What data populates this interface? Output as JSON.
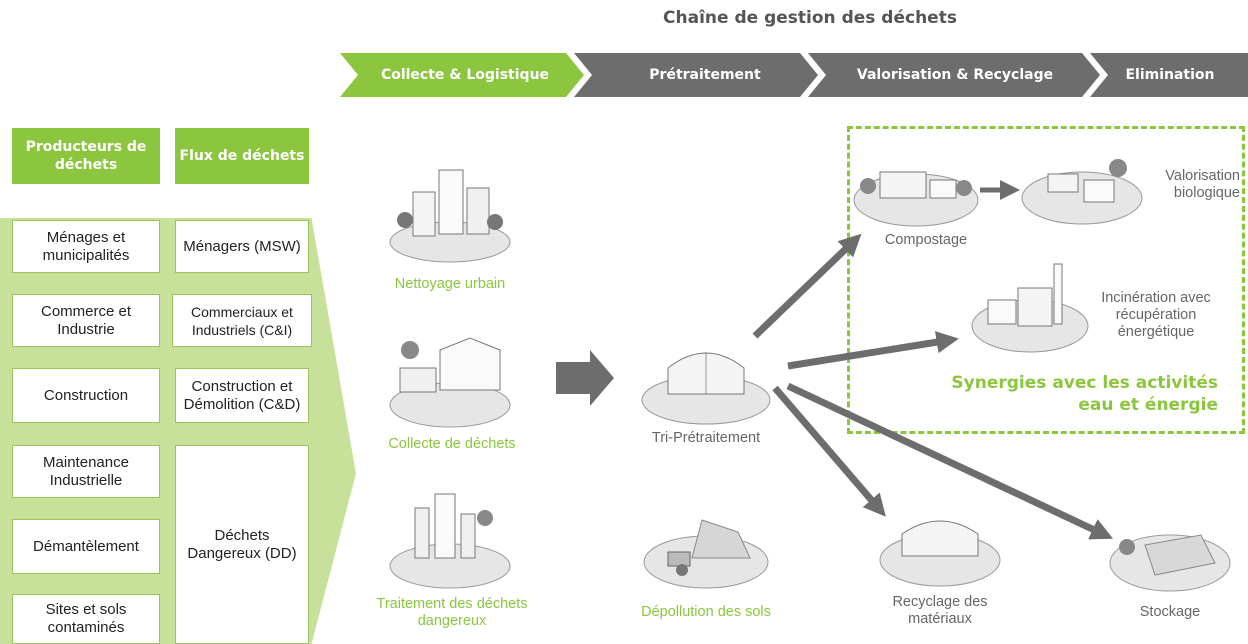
{
  "title": "Chaîne de gestion des déchets",
  "chain": [
    {
      "label": "Collecte & Logistique",
      "color": "#8cc63f"
    },
    {
      "label": "Prétraitement",
      "color": "#6d6d6d"
    },
    {
      "label": "Valorisation & Recyclage",
      "color": "#6d6d6d"
    },
    {
      "label": "Elimination",
      "color": "#6d6d6d"
    }
  ],
  "headers": {
    "producers": "Producteurs de déchets",
    "flows": "Flux de déchets"
  },
  "producers": [
    "Ménages et municipalités",
    "Commerce et Industrie",
    "Construction",
    "Maintenance Industrielle",
    "Démantèlement",
    "Sites et sols contaminés"
  ],
  "flows": [
    "Ménagers (MSW)",
    "Commerciaux et Industriels (C&I)",
    "Construction et Démolition (C&D)",
    "Déchets Dangereux (DD)"
  ],
  "collection": {
    "urban": "Nettoyage urbain",
    "collect": "Collecte de déchets",
    "hazardous": "Traitement des déchets dangereux"
  },
  "sorting": "Tri-Prétraitement",
  "soil": "Dépollution des sols",
  "compost": "Compostage",
  "bio": "Valorisation biologique",
  "incineration": "Incinération avec récupération énergétique",
  "synergies": "Synergies avec les activités eau et énergie",
  "recycling": "Recyclage des matériaux",
  "storage": "Stockage",
  "colors": {
    "green": "#8cc63f",
    "lightgreen": "#c7e09a",
    "gray": "#6d6d6d"
  }
}
